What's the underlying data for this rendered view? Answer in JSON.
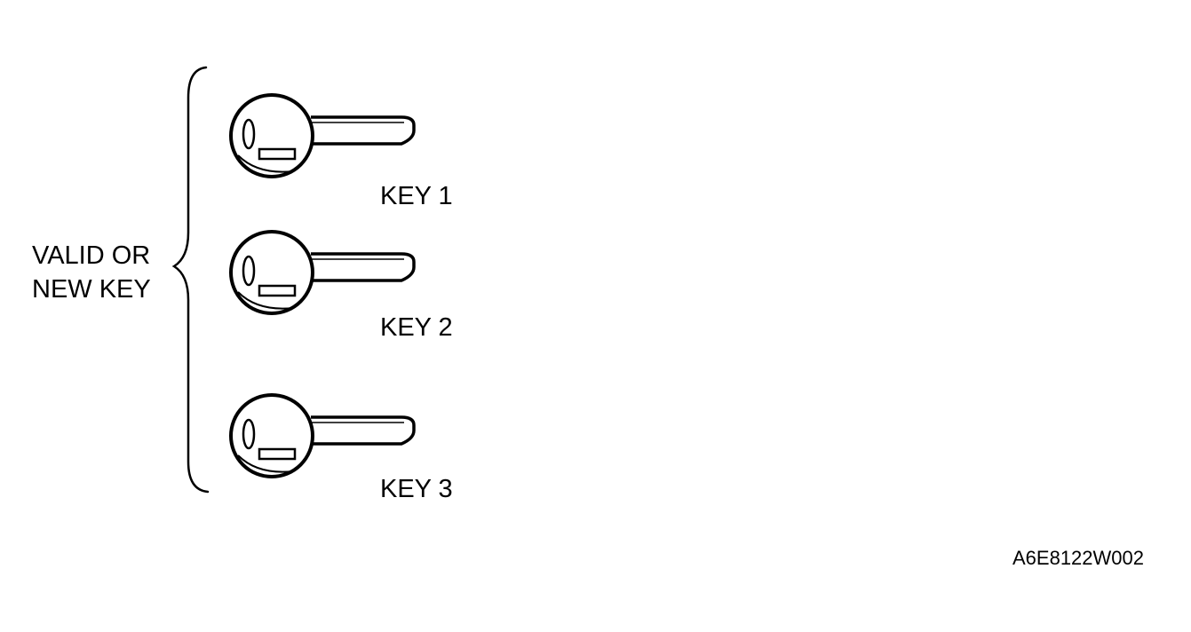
{
  "diagram": {
    "group_label_lines": [
      "VALID OR",
      "NEW KEY"
    ],
    "keys": [
      {
        "label": "KEY 1",
        "icon": "key-icon"
      },
      {
        "label": "KEY 2",
        "icon": "key-icon"
      },
      {
        "label": "KEY 3",
        "icon": "key-icon"
      }
    ],
    "figure_code": "A6E8122W002",
    "colors": {
      "ink": "#000000",
      "background": "#ffffff"
    }
  }
}
